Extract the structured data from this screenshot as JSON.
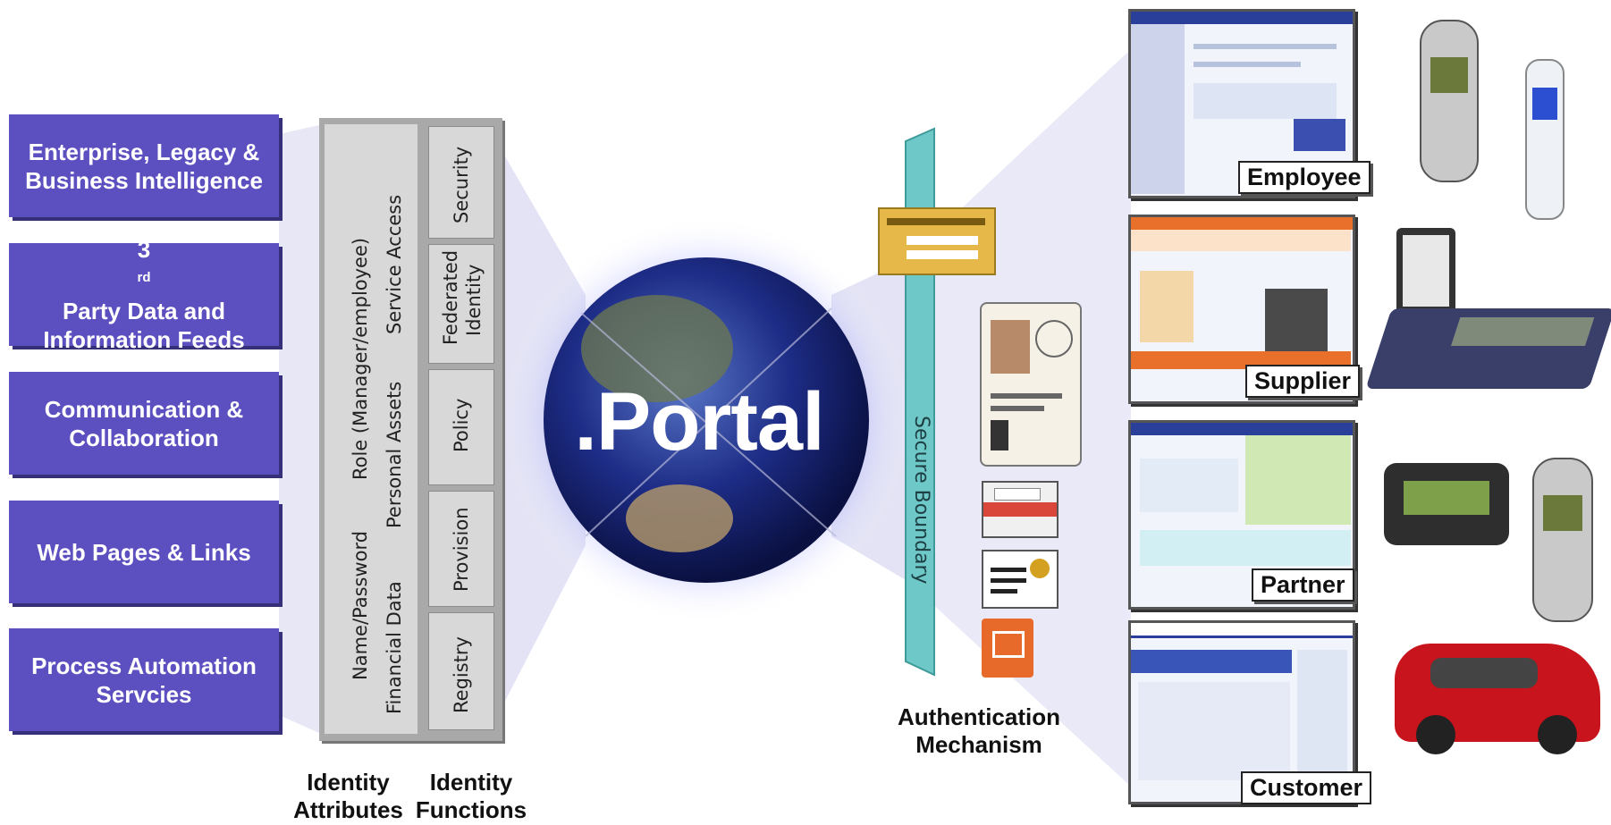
{
  "services": [
    {
      "line1": "Enterprise, Legacy &",
      "line2": "Business Intelligence"
    },
    {
      "line1": "3",
      "sup": "rd",
      "line1b": " Party Data and",
      "line2": "Information Feeds"
    },
    {
      "line1": "Communication &",
      "line2": "Collaboration"
    },
    {
      "line1": "Web Pages & Links",
      "line2": ""
    },
    {
      "line1": "Process Automation",
      "line2": "Servcies"
    }
  ],
  "identity_attributes": {
    "items": [
      "Name/Password",
      "Role (Manager/employee)",
      "Financial Data",
      "Personal Assets",
      "Service Access"
    ],
    "caption_line1": "Identity",
    "caption_line2": "Attributes"
  },
  "identity_functions": {
    "items": [
      "Security",
      "Federated",
      "Identity",
      "Policy",
      "Provision",
      "Registry"
    ],
    "caption_line1": "Identity",
    "caption_line2": "Functions"
  },
  "portal_label": ".Portal",
  "boundary_label": "Secure Boundary",
  "authentication": {
    "line1": "Authentication",
    "line2": "Mechanism"
  },
  "roles": [
    "Employee",
    "Supplier",
    "Partner",
    "Customer"
  ],
  "colors": {
    "service_box": "#5c4fc0",
    "boundary": "#6fc8c8",
    "globe": "#1b2f78",
    "panel": "#a9a9a9"
  }
}
